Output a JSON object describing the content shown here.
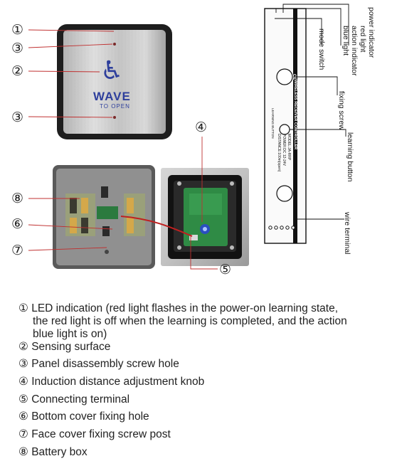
{
  "photo_callouts": {
    "c1": "①",
    "c2": "②",
    "c3a": "③",
    "c3b": "③",
    "c4": "④",
    "c5": "⑤",
    "c6": "⑥",
    "c7": "⑦",
    "c8": "⑧"
  },
  "button_face": {
    "symbol": "♿",
    "wave_text": "WAVE",
    "sub_text": "TO OPEN"
  },
  "controller_labels": {
    "power_indicator": "power indicator",
    "red_light": "red light",
    "action_indicator": "action indicator",
    "blue_light": "blue light",
    "mode_switch": "mode switch",
    "fixing_screw": "fixing screw",
    "learning_button": "learning button",
    "wire_terminal": "wire terminal"
  },
  "controller_printed": {
    "title": "WIRELESS RECEIVER CONTROLLER",
    "model": "MODEL:JA-RRP",
    "power": "POWER:DC 12-24V",
    "distance": "DISTANCE:100m(open)",
    "learning_tag": "LEARNING BUTTON",
    "ce": "CE"
  },
  "legend": [
    {
      "num": "①",
      "text": "LED indication (red light flashes in the power-on learning state,"
    },
    {
      "num": "",
      "text": "the red light is off when the learning is completed, and the action"
    },
    {
      "num": "",
      "text": "blue light is on)"
    },
    {
      "num": "②",
      "text": "Sensing surface"
    },
    {
      "num": "③",
      "text": "Panel disassembly screw hole"
    },
    {
      "num": "④",
      "text": "Induction distance adjustment knob"
    },
    {
      "num": "⑤",
      "text": "Connecting terminal"
    },
    {
      "num": "⑥",
      "text": "Bottom cover fixing hole"
    },
    {
      "num": "⑦",
      "text": "Face cover fixing screw post"
    },
    {
      "num": "⑧",
      "text": "Battery box"
    }
  ]
}
